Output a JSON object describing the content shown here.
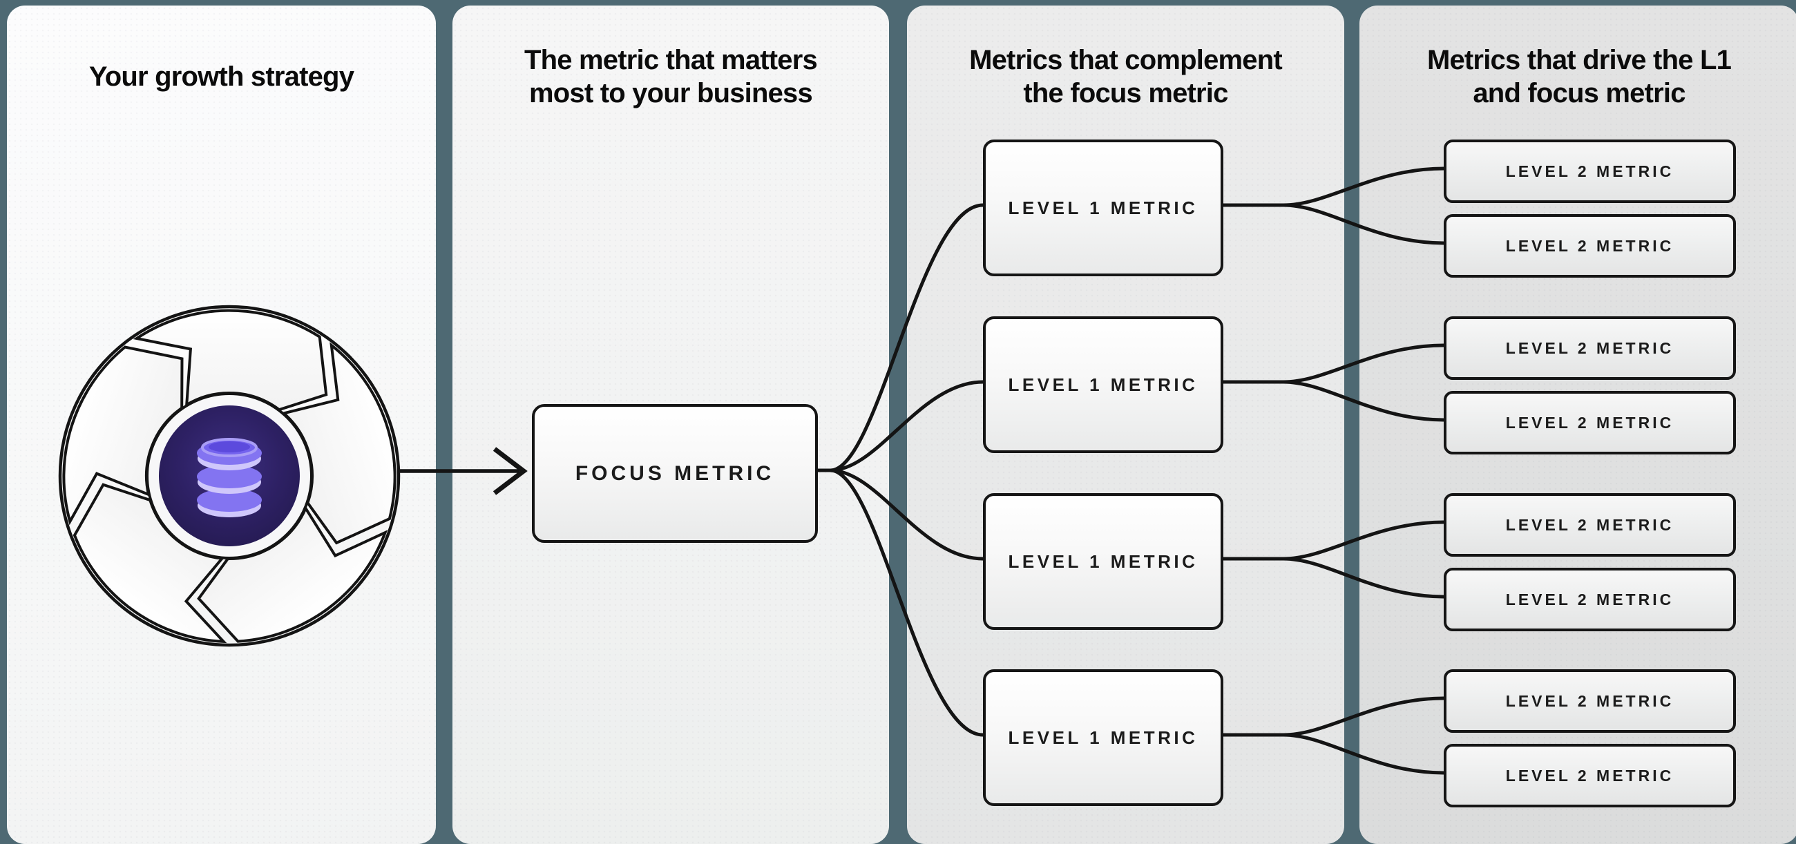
{
  "panels": [
    {
      "title_line1": "Your growth strategy",
      "title_line2": ""
    },
    {
      "title_line1": "The metric that matters",
      "title_line2": "most to your business"
    },
    {
      "title_line1": "Metrics that complement",
      "title_line2": "the focus metric"
    },
    {
      "title_line1": "Metrics that drive the L1",
      "title_line2": "and focus metric"
    }
  ],
  "nodes": {
    "focus": {
      "label": "FOCUS METRIC"
    },
    "level1": [
      {
        "label": "LEVEL 1 METRIC"
      },
      {
        "label": "LEVEL 1 METRIC"
      },
      {
        "label": "LEVEL 1 METRIC"
      },
      {
        "label": "LEVEL 1 METRIC"
      }
    ],
    "level2": [
      {
        "label": "LEVEL 2 METRIC"
      },
      {
        "label": "LEVEL 2 METRIC"
      },
      {
        "label": "LEVEL 2 METRIC"
      },
      {
        "label": "LEVEL 2 METRIC"
      },
      {
        "label": "LEVEL 2 METRIC"
      },
      {
        "label": "LEVEL 2 METRIC"
      },
      {
        "label": "LEVEL 2 METRIC"
      },
      {
        "label": "LEVEL 2 METRIC"
      }
    ]
  },
  "icons": {
    "flywheel": "growth-flywheel-icon",
    "database": "database-icon",
    "arrow": "arrow-right-icon"
  },
  "colors": {
    "background_teal": "#4e6973",
    "line_black": "#141414",
    "core_indigo": "#2e2165",
    "db_purple": "#8374f1",
    "db_light_purple": "#cfc7fb"
  }
}
